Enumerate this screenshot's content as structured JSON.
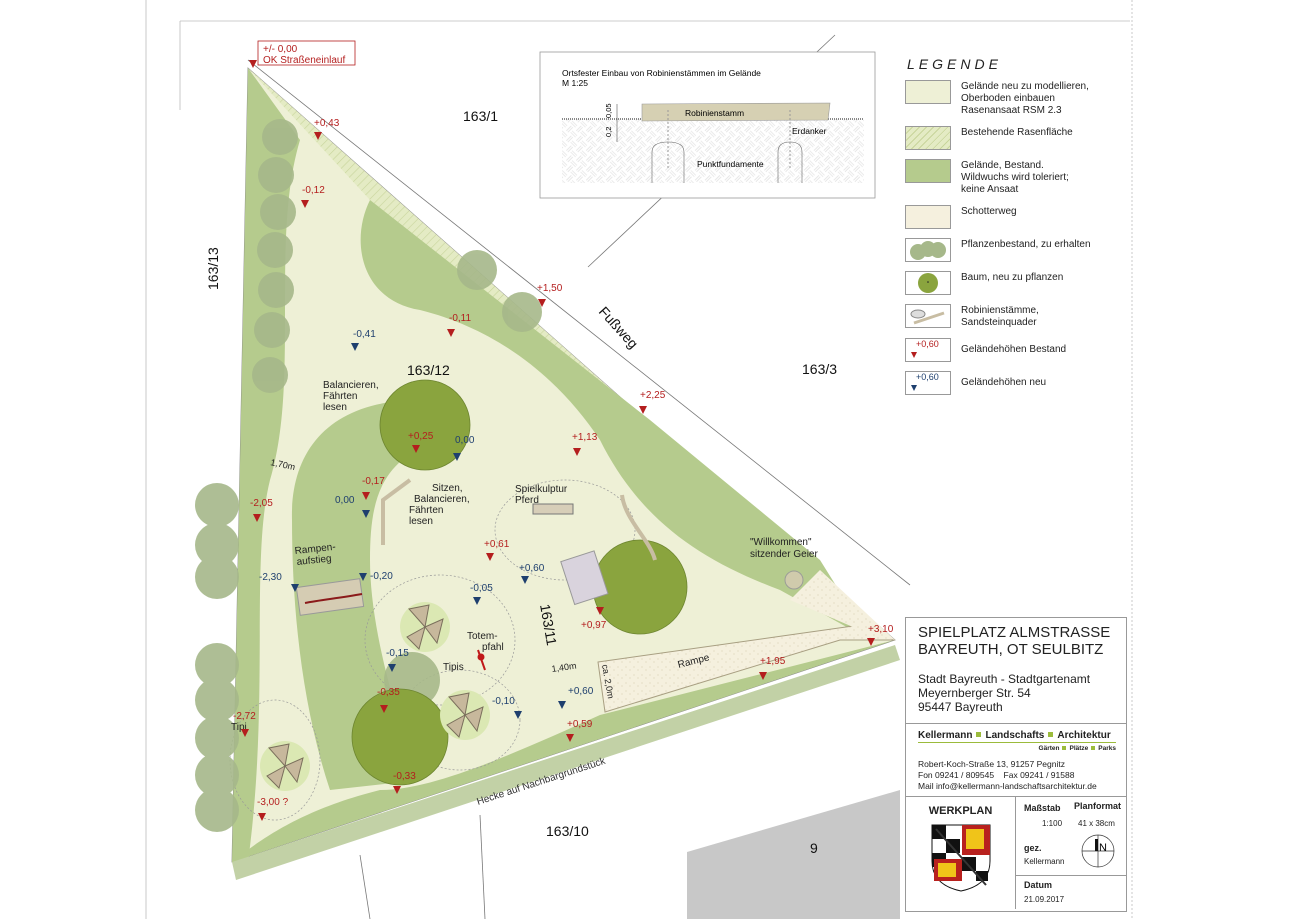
{
  "parcels": {
    "p1": "163/1",
    "p13": "163/13",
    "p12": "163/12",
    "p3": "163/3",
    "p11": "163/11",
    "p10": "163/10",
    "p9": "9"
  },
  "streets": {
    "fussweg": "Fußweg",
    "hecke": "Hecke auf Nachbargrundstück"
  },
  "reference": {
    "line1": "+/- 0,00",
    "line2": "OK Straßeneinlauf"
  },
  "features": {
    "balancieren1_a": "Balancieren,",
    "balancieren1_b": "Fährten",
    "balancieren1_c": "lesen",
    "sitzen_a": "Sitzen,",
    "sitzen_b": "Balancieren,",
    "sitzen_c": "Fährten",
    "sitzen_d": "lesen",
    "pferd_a": "Spielkulptur",
    "pferd_b": "Pferd",
    "rampen_a": "Rampen-",
    "rampen_b": "aufstieg",
    "totem_a": "Totem-",
    "totem_b": "pfahl",
    "tipis": "Tipis",
    "tipi": "Tipi",
    "rampe": "Rampe",
    "geier_a": "\"Willkommen\"",
    "geier_b": "sitzender Geier",
    "dim1": "1,70m",
    "dim2": "1,40m",
    "dim3": "ca. 2,0m"
  },
  "elevations_existing": [
    "+0,43",
    "-0,12",
    "+1,50",
    "-0,11",
    "+2,25",
    "+1,13",
    "+0,25",
    "-0,17",
    "-2,05",
    "+0,61",
    "+0,97",
    "+3,10",
    "+1,95",
    "-0,35",
    "-2,72",
    "+0,59",
    "-0,33",
    "-3,00 ?"
  ],
  "elevations_new": [
    "-0,41",
    "0,00",
    "0,00",
    "-2,30",
    "-0,20",
    "+0,60",
    "-0,05",
    "-0,15",
    "-0,10",
    "+0,60"
  ],
  "detail": {
    "title": "Ortsfester Einbau von Robinienstämmen im Gelände",
    "scale": "M 1:25",
    "trunk": "Robinienstamm",
    "anchor": "Erdanker",
    "foundation": "Punktfundamente",
    "dim_a": "0,05",
    "dim_b": "0,2"
  },
  "legend": {
    "title": "LEGENDE",
    "items": [
      {
        "label": "Gelände neu zu modellieren,\nOberboden einbauen\nRasenansaat RSM 2.3"
      },
      {
        "label": "Bestehende Rasenfläche"
      },
      {
        "label": "Gelände, Bestand.\nWildwuchs wird toleriert;\nkeine Ansaat"
      },
      {
        "label": "Schotterweg"
      },
      {
        "label": "Pflanzenbestand, zu erhalten"
      },
      {
        "label": "Baum, neu zu pflanzen"
      },
      {
        "label": "Robinienstämme,\nSandsteinquader"
      },
      {
        "label": "Geländehöhen Bestand",
        "sample": "+0,60"
      },
      {
        "label": "Geländehöhen neu",
        "sample": "+0,60"
      }
    ]
  },
  "title_block": {
    "project": "SPIELPLATZ ALMSTRASSE\nBAYREUTH, OT SEULBITZ",
    "client": "Stadt Bayreuth - Stadtgartenamt\nMeyernberger Str. 54\n95447 Bayreuth",
    "firm_1": "Kellermann",
    "firm_2": "Landschafts",
    "firm_3": "Architektur",
    "firm_sub_1": "Gärten",
    "firm_sub_2": "Plätze",
    "firm_sub_3": "Parks",
    "address": "Robert-Koch-Straße 13, 91257 Pegnitz",
    "phone": "Fon 09241 / 809545    Fax 09241 / 91588",
    "mail": "Mail info@kellermann-landschaftsarchitektur.de",
    "plan_type": "WERKPLAN",
    "scale_label": "Maßstab",
    "scale_value": "1:100",
    "format_label": "Planformat",
    "format_value": "41 x 38cm",
    "drawn_label": "gez.",
    "drawn_value": "Kellermann",
    "date_label": "Datum",
    "date_value": "21.09.2017",
    "north": "N"
  },
  "colors": {
    "existing": "#b41e1e",
    "new": "#1e3f6e",
    "lawn_new": "#eef0d6",
    "green_existing": "#b5cb8d",
    "tree": "#8aa43e",
    "hedge": "#c2d1a6"
  }
}
